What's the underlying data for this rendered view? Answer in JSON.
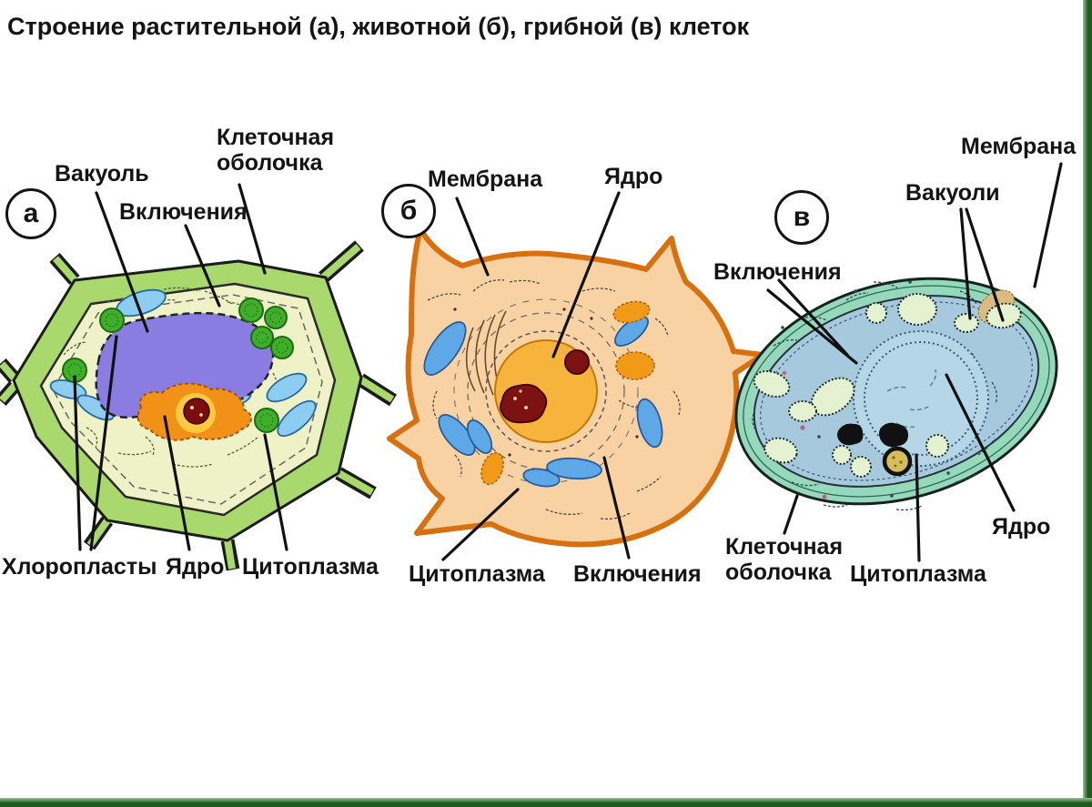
{
  "page": {
    "title": "Строение растительной (а), животной (б), грибной (в) клеток",
    "frame_color": "#1e5c1e",
    "background": "#ffffff"
  },
  "cells": {
    "plant": {
      "marker": "а",
      "labels": {
        "vacuole": "Вакуоль",
        "inclusions": "Включения",
        "cell_wall": "Клеточная\nоболочка",
        "chloroplasts": "Хлоропласты",
        "nucleus": "Ядро",
        "cytoplasm": "Цитоплазма"
      },
      "colors": {
        "wall": "#a9d96c",
        "cytoplasm": "#eef2c6",
        "vacuole": "#8a7ce0",
        "nucleus": "#f29118",
        "nucleolus": "#7a0d0d",
        "chloroplast": "#3fae2a",
        "mitochondria": "#8ecdf2"
      }
    },
    "animal": {
      "marker": "б",
      "labels": {
        "membrane": "Мембрана",
        "nucleus": "Ядро",
        "cytoplasm": "Цитоплазма",
        "inclusions": "Включения"
      },
      "colors": {
        "membrane": "#d8700f",
        "cytoplasm": "#f8d2a2",
        "nucleus": "#f6b43c",
        "nucleolus": "#7d1212",
        "mitochondria": "#5fa8e8",
        "inclusion": "#f09a18"
      }
    },
    "fungal": {
      "marker": "в",
      "labels": {
        "membrane": "Мембрана",
        "vacuoles": "Вакуоли",
        "inclusions": "Включения",
        "cell_wall": "Клеточная\nоболочка",
        "cytoplasm": "Цитоплазма",
        "nucleus": "Ядро"
      },
      "colors": {
        "wall": "#96d8bc",
        "cytoplasm": "#a6c9de",
        "nucleus": "#b4d6e6",
        "vacuole": "#e4f2d2",
        "granule": "#d8bc5a"
      }
    }
  }
}
